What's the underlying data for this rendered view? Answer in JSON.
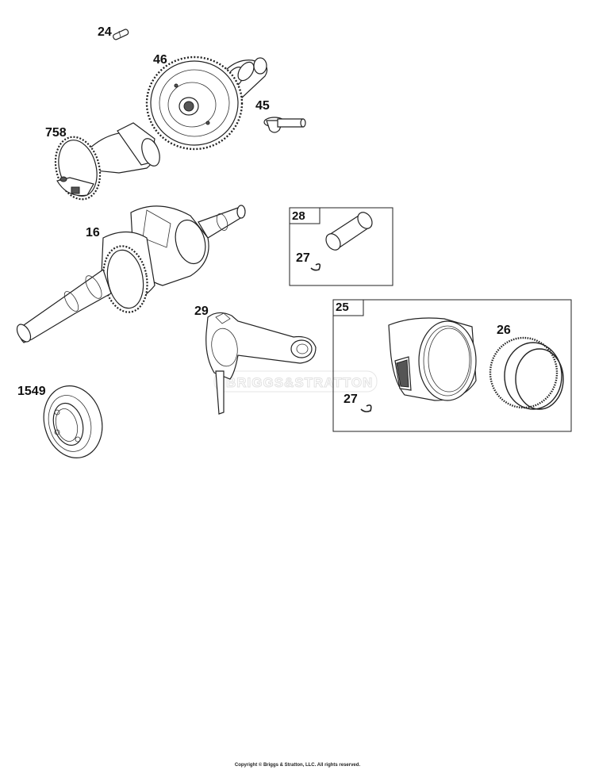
{
  "diagram": {
    "watermark": "BRIGGS&STRATTON",
    "copyright": "Copyright © Briggs & Stratton, LLC. All rights reserved.",
    "parts": {
      "p24": "24",
      "p46": "46",
      "p45": "45",
      "p758": "758",
      "p16": "16",
      "p29": "29",
      "p1549": "1549",
      "p28": "28",
      "p27_pin": "27",
      "p25": "25",
      "p26": "26",
      "p27_piston": "27"
    }
  }
}
